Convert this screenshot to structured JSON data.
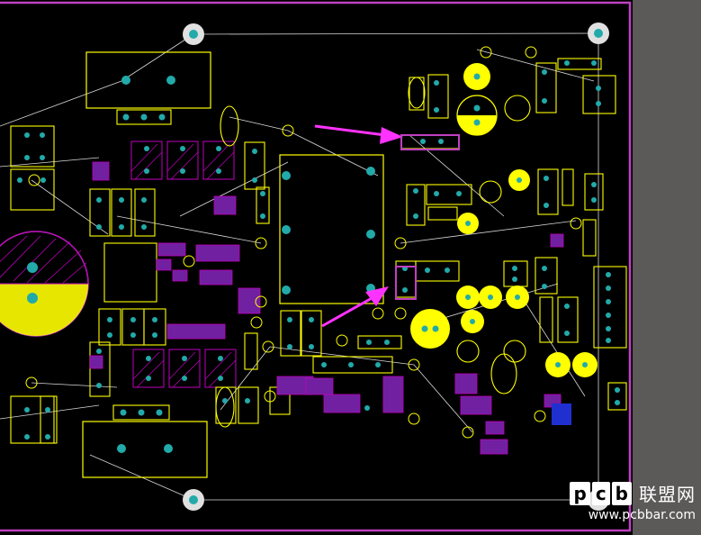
{
  "colors": {
    "background": "#000000",
    "board_outline": "#c040c0",
    "silkscreen": "#ffff00",
    "pad": "#b0b0b0",
    "copper_top": "#c000c0",
    "annotation_arrow": "#ff33ff",
    "side_panel": "#5c5959"
  },
  "watermark": {
    "logo_letters": [
      "p",
      "c",
      "b"
    ],
    "cn_text": "联盟网",
    "url": "www.pcbbar.com"
  },
  "annotations": {
    "arrow_count": 2
  }
}
